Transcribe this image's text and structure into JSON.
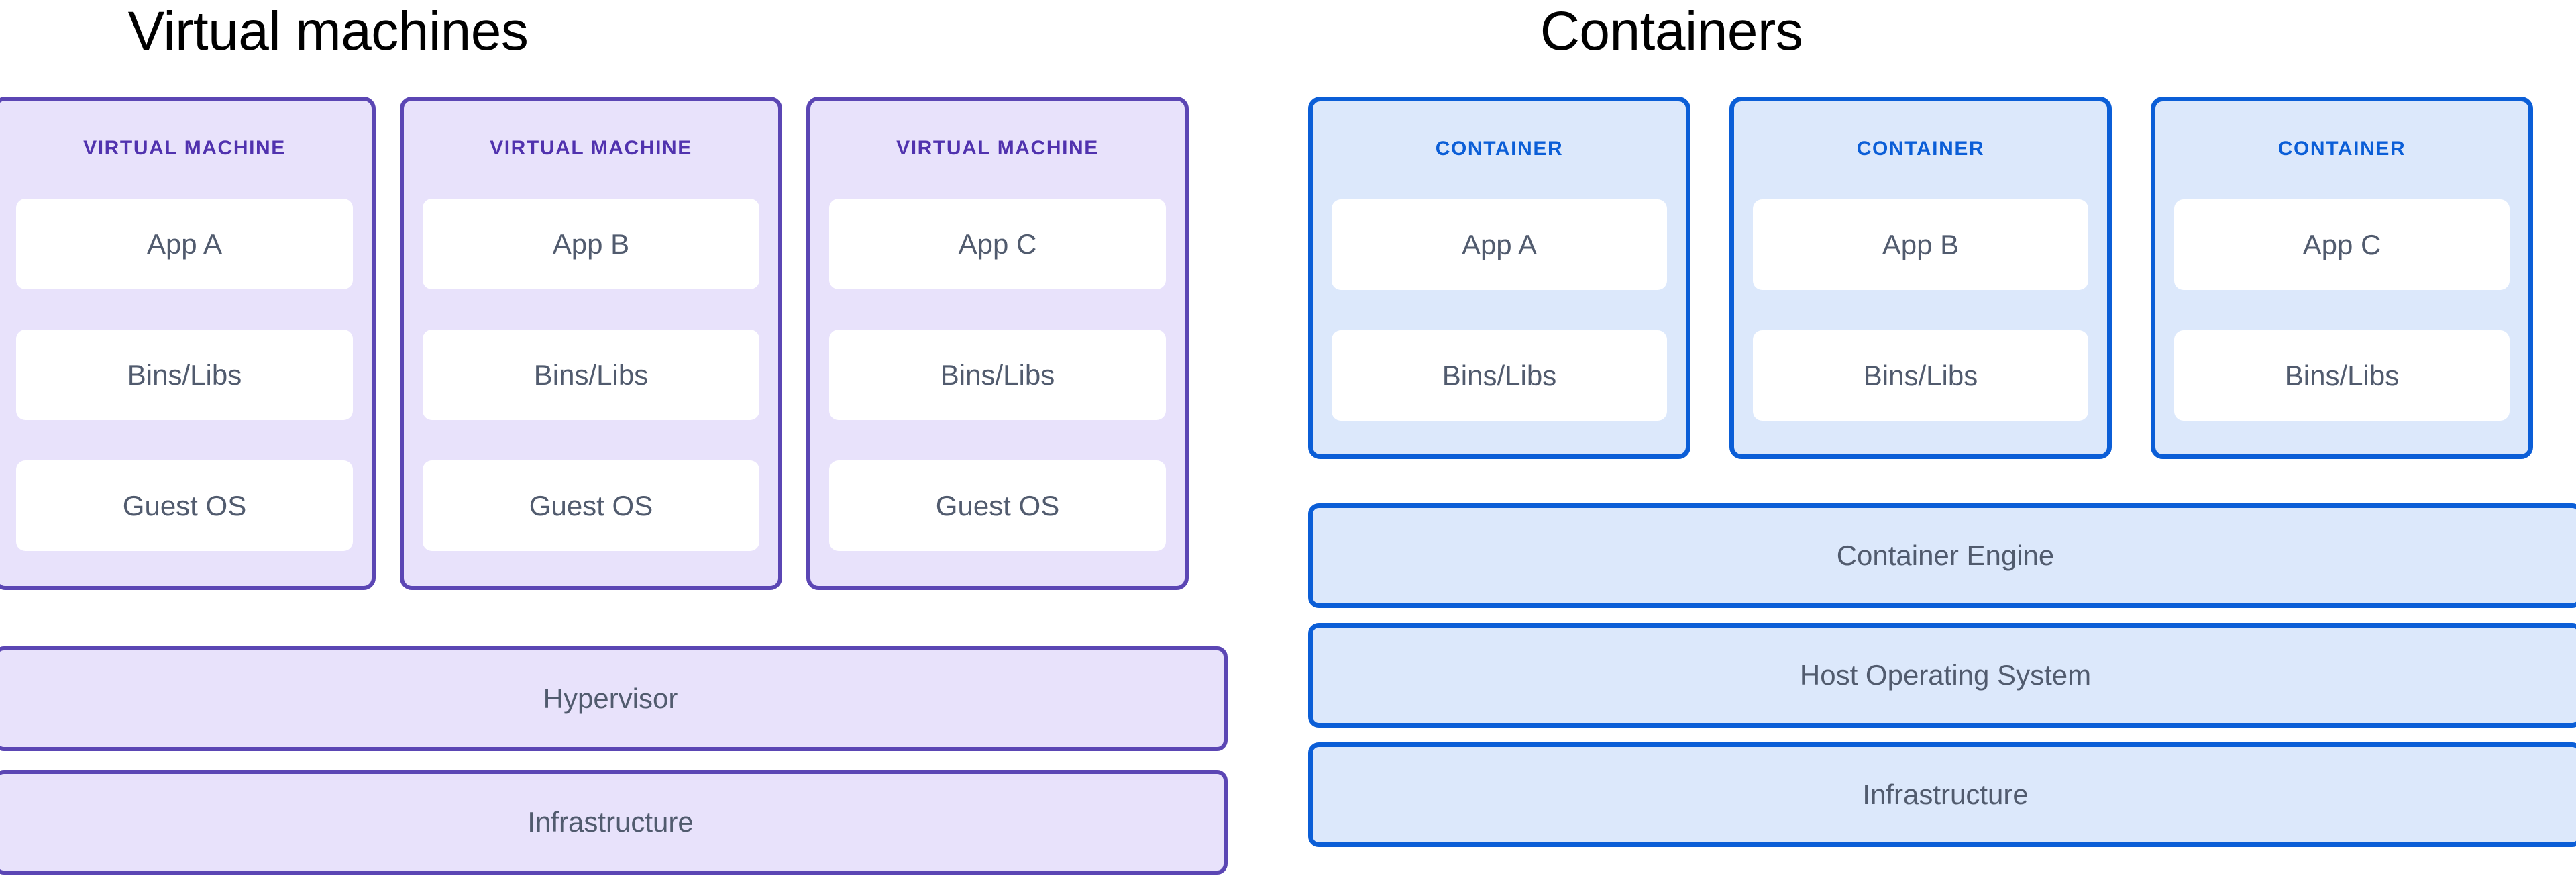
{
  "diagram": {
    "title_left": "Virtual machines",
    "title_right": "Containers",
    "colors": {
      "vm_border": "#5b46b4",
      "vm_fill": "#e8e2fb",
      "vm_label_text": "#5032ae",
      "container_border": "#0b5ed7",
      "container_fill": "#dce8fb",
      "container_label_text": "#0b5ed7",
      "box_fill": "#ffffff",
      "body_text": "#515b6e",
      "title_text": "#000000",
      "page_background": "#ffffff"
    }
  },
  "virtual_machines": {
    "heading": "Virtual machines",
    "cards": [
      {
        "label": "VIRTUAL MACHINE",
        "layers": [
          "App A",
          "Bins/Libs",
          "Guest OS"
        ]
      },
      {
        "label": "VIRTUAL MACHINE",
        "layers": [
          "App B",
          "Bins/Libs",
          "Guest OS"
        ]
      },
      {
        "label": "VIRTUAL MACHINE",
        "layers": [
          "App C",
          "Bins/Libs",
          "Guest OS"
        ]
      }
    ],
    "base_layers": [
      "Hypervisor",
      "Infrastructure"
    ]
  },
  "containers": {
    "heading": "Containers",
    "cards": [
      {
        "label": "CONTAINER",
        "layers": [
          "App A",
          "Bins/Libs"
        ]
      },
      {
        "label": "CONTAINER",
        "layers": [
          "App B",
          "Bins/Libs"
        ]
      },
      {
        "label": "CONTAINER",
        "layers": [
          "App C",
          "Bins/Libs"
        ]
      }
    ],
    "base_layers": [
      "Container Engine",
      "Host Operating System",
      "Infrastructure"
    ]
  }
}
